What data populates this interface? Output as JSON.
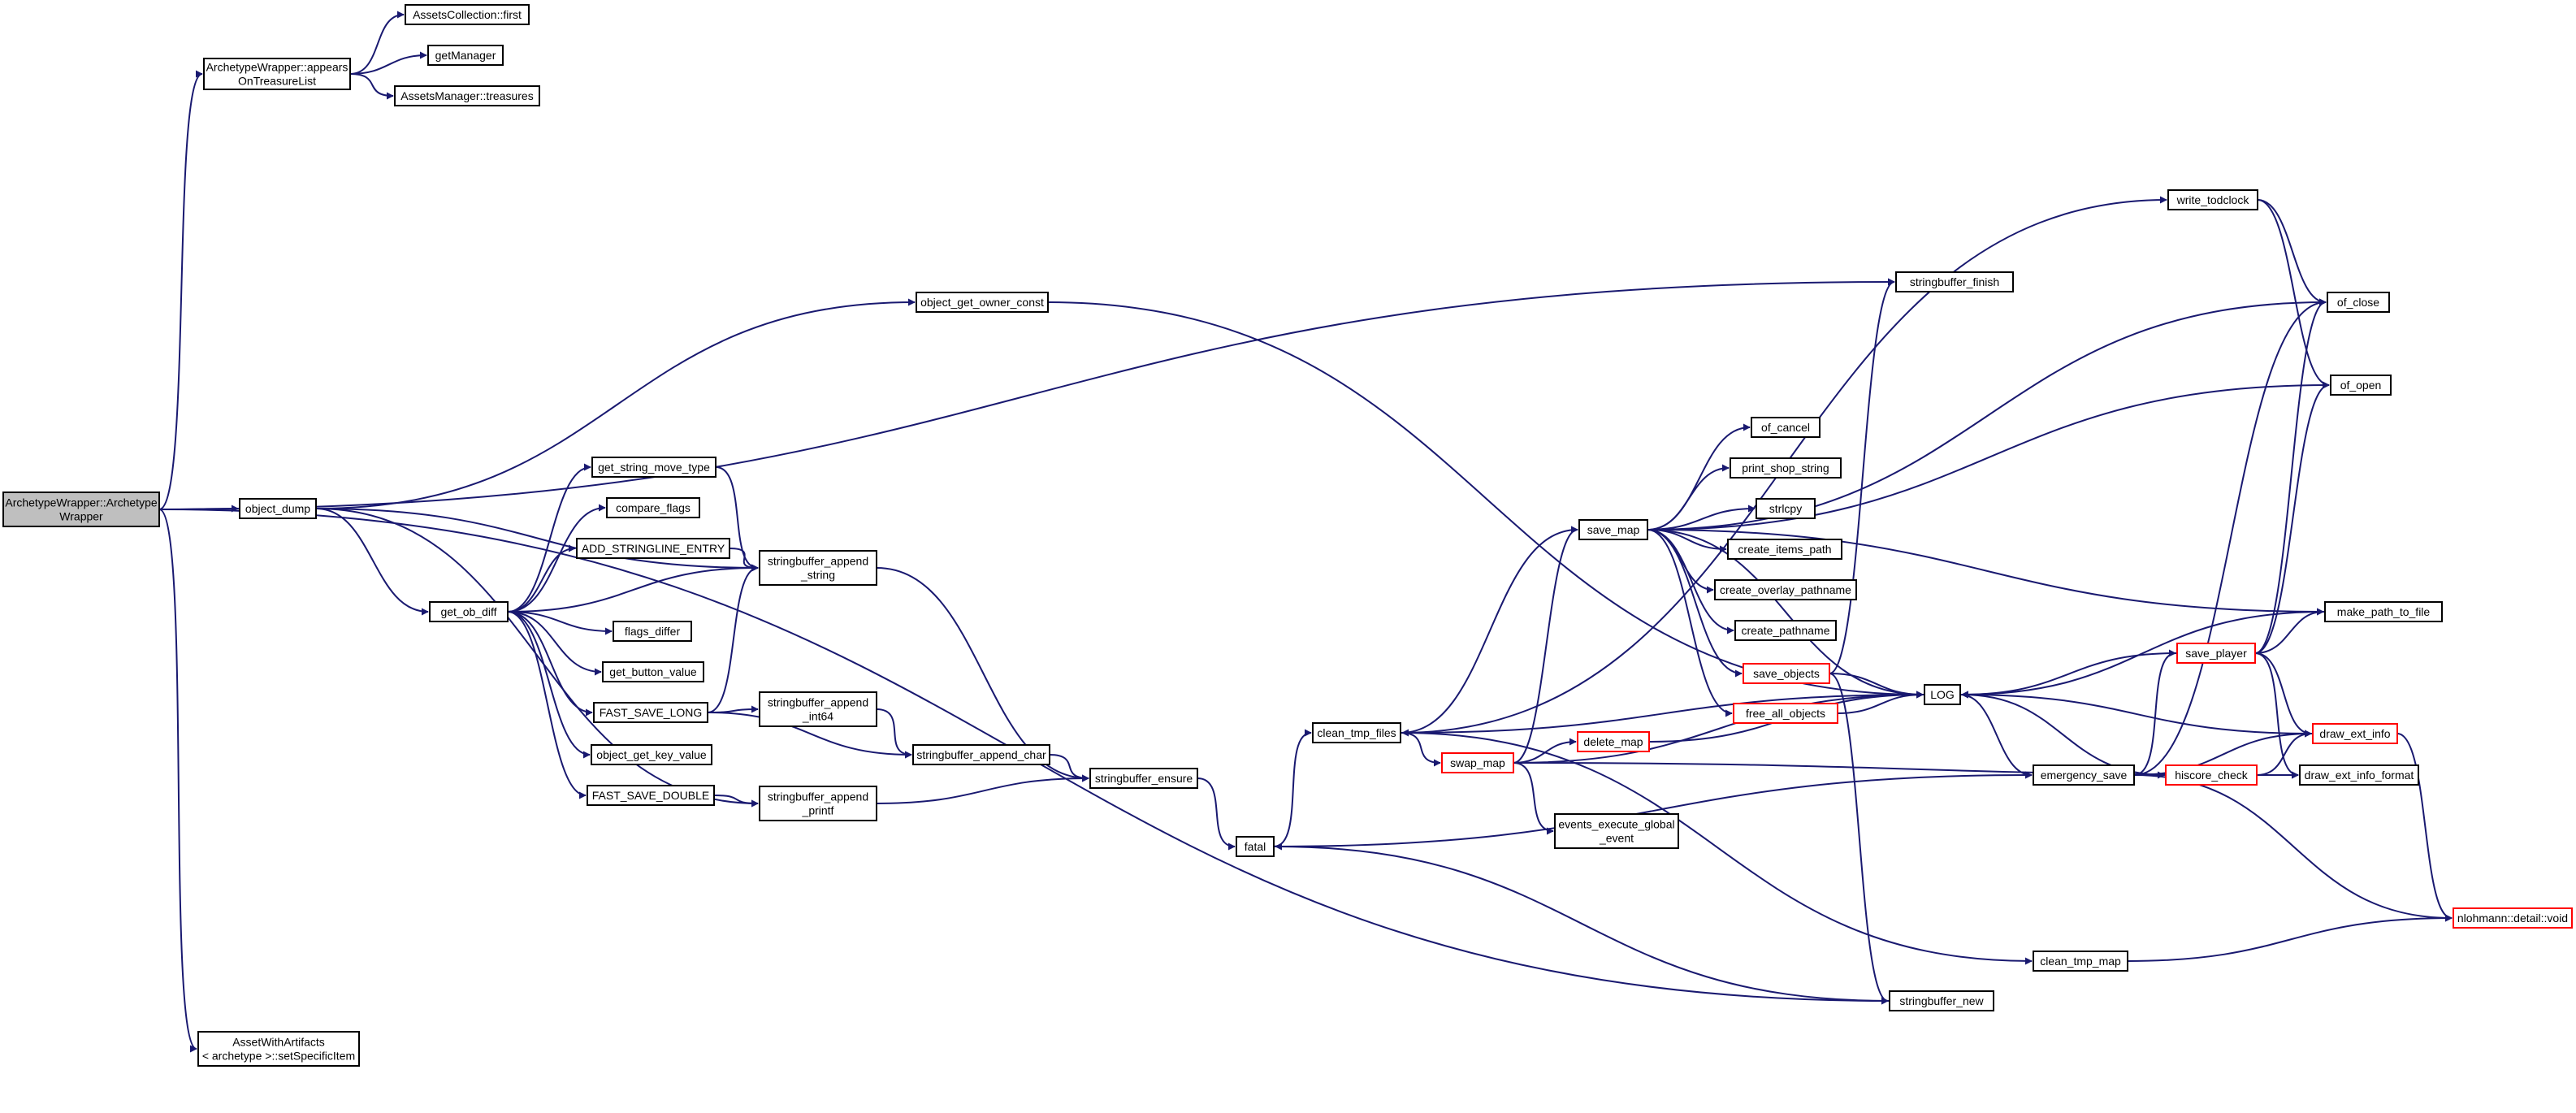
{
  "colors": {
    "edge": "#191970",
    "node_border": "#000000",
    "truncated_border": "#ff0000",
    "root_fill": "#bfbfbf",
    "node_fill": "#ffffff"
  },
  "nodes": [
    {
      "id": "root",
      "lines": [
        "ArchetypeWrapper::Archetype",
        "Wrapper"
      ],
      "style": "root"
    },
    {
      "id": "appearsOnTreasureList",
      "lines": [
        "ArchetypeWrapper::appears",
        "OnTreasureList"
      ],
      "style": "normal"
    },
    {
      "id": "assetsCollectionFirst",
      "lines": [
        "AssetsCollection::first"
      ],
      "style": "normal"
    },
    {
      "id": "getManager",
      "lines": [
        "getManager"
      ],
      "style": "normal"
    },
    {
      "id": "assetsManagerTreasures",
      "lines": [
        "AssetsManager::treasures"
      ],
      "style": "normal"
    },
    {
      "id": "objectGetOwnerConst",
      "lines": [
        "object_get_owner_const"
      ],
      "style": "normal"
    },
    {
      "id": "objectDump",
      "lines": [
        "object_dump"
      ],
      "style": "normal"
    },
    {
      "id": "getObDiff",
      "lines": [
        "get_ob_diff"
      ],
      "style": "normal"
    },
    {
      "id": "getStringMoveType",
      "lines": [
        "get_string_move_type"
      ],
      "style": "normal"
    },
    {
      "id": "compareFlags",
      "lines": [
        "compare_flags"
      ],
      "style": "normal"
    },
    {
      "id": "addStringlineEntry",
      "lines": [
        "ADD_STRINGLINE_ENTRY"
      ],
      "style": "normal"
    },
    {
      "id": "flagsDiffer",
      "lines": [
        "flags_differ"
      ],
      "style": "normal"
    },
    {
      "id": "getButtonValue",
      "lines": [
        "get_button_value"
      ],
      "style": "normal"
    },
    {
      "id": "fastSaveLong",
      "lines": [
        "FAST_SAVE_LONG"
      ],
      "style": "normal"
    },
    {
      "id": "objectGetKeyValue",
      "lines": [
        "object_get_key_value"
      ],
      "style": "normal"
    },
    {
      "id": "fastSaveDouble",
      "lines": [
        "FAST_SAVE_DOUBLE"
      ],
      "style": "normal"
    },
    {
      "id": "sbAppendString",
      "lines": [
        "stringbuffer_append",
        "_string"
      ],
      "style": "normal"
    },
    {
      "id": "sbAppendInt64",
      "lines": [
        "stringbuffer_append",
        "_int64"
      ],
      "style": "normal"
    },
    {
      "id": "sbAppendChar",
      "lines": [
        "stringbuffer_append_char"
      ],
      "style": "normal"
    },
    {
      "id": "sbAppendPrintf",
      "lines": [
        "stringbuffer_append",
        "_printf"
      ],
      "style": "normal"
    },
    {
      "id": "sbEnsure",
      "lines": [
        "stringbuffer_ensure"
      ],
      "style": "normal"
    },
    {
      "id": "fatal",
      "lines": [
        "fatal"
      ],
      "style": "normal"
    },
    {
      "id": "cleanTmpFiles",
      "lines": [
        "clean_tmp_files"
      ],
      "style": "normal"
    },
    {
      "id": "swapMap",
      "lines": [
        "swap_map"
      ],
      "style": "truncated"
    },
    {
      "id": "deleteMap",
      "lines": [
        "delete_map"
      ],
      "style": "truncated"
    },
    {
      "id": "eventsExecuteGlobalEvent",
      "lines": [
        "events_execute_global",
        "_event"
      ],
      "style": "normal"
    },
    {
      "id": "saveMap",
      "lines": [
        "save_map"
      ],
      "style": "normal"
    },
    {
      "id": "ofCancel",
      "lines": [
        "of_cancel"
      ],
      "style": "normal"
    },
    {
      "id": "printShopString",
      "lines": [
        "print_shop_string"
      ],
      "style": "normal"
    },
    {
      "id": "strlcpy",
      "lines": [
        "strlcpy"
      ],
      "style": "normal"
    },
    {
      "id": "createItemsPath",
      "lines": [
        "create_items_path"
      ],
      "style": "normal"
    },
    {
      "id": "createOverlayPathname",
      "lines": [
        "create_overlay_pathname"
      ],
      "style": "normal"
    },
    {
      "id": "createPathname",
      "lines": [
        "create_pathname"
      ],
      "style": "normal"
    },
    {
      "id": "saveObjects",
      "lines": [
        "save_objects"
      ],
      "style": "truncated"
    },
    {
      "id": "freeAllObjects",
      "lines": [
        "free_all_objects"
      ],
      "style": "truncated"
    },
    {
      "id": "log",
      "lines": [
        "LOG"
      ],
      "style": "normal"
    },
    {
      "id": "sbFinish",
      "lines": [
        "stringbuffer_finish"
      ],
      "style": "normal"
    },
    {
      "id": "writeTodclock",
      "lines": [
        "write_todclock"
      ],
      "style": "normal"
    },
    {
      "id": "ofClose",
      "lines": [
        "of_close"
      ],
      "style": "normal"
    },
    {
      "id": "ofOpen",
      "lines": [
        "of_open"
      ],
      "style": "normal"
    },
    {
      "id": "makePathToFile",
      "lines": [
        "make_path_to_file"
      ],
      "style": "normal"
    },
    {
      "id": "savePlayer",
      "lines": [
        "save_player"
      ],
      "style": "truncated"
    },
    {
      "id": "emergencySave",
      "lines": [
        "emergency_save"
      ],
      "style": "normal"
    },
    {
      "id": "hiscoreCheck",
      "lines": [
        "hiscore_check"
      ],
      "style": "truncated"
    },
    {
      "id": "drawExtInfo",
      "lines": [
        "draw_ext_info"
      ],
      "style": "truncated"
    },
    {
      "id": "drawExtInfoFormat",
      "lines": [
        "draw_ext_info_format"
      ],
      "style": "normal"
    },
    {
      "id": "nlohmannVoid",
      "lines": [
        "nlohmann::detail::void"
      ],
      "style": "truncated"
    },
    {
      "id": "cleanTmpMap",
      "lines": [
        "clean_tmp_map"
      ],
      "style": "normal"
    },
    {
      "id": "sbNew",
      "lines": [
        "stringbuffer_new"
      ],
      "style": "normal"
    },
    {
      "id": "assetWithArtifacts",
      "lines": [
        "AssetWithArtifacts",
        "< archetype >::setSpecificItem"
      ],
      "style": "normal"
    }
  ],
  "edges": [
    [
      "root",
      "appearsOnTreasureList"
    ],
    [
      "appearsOnTreasureList",
      "assetsCollectionFirst"
    ],
    [
      "appearsOnTreasureList",
      "getManager"
    ],
    [
      "appearsOnTreasureList",
      "assetsManagerTreasures"
    ],
    [
      "root",
      "sbFinish"
    ],
    [
      "root",
      "objectDump"
    ],
    [
      "root",
      "sbNew"
    ],
    [
      "root",
      "assetWithArtifacts"
    ],
    [
      "objectDump",
      "objectGetOwnerConst"
    ],
    [
      "objectDump",
      "sbAppendString"
    ],
    [
      "objectDump",
      "getObDiff"
    ],
    [
      "objectDump",
      "sbAppendPrintf"
    ],
    [
      "objectGetOwnerConst",
      "log"
    ],
    [
      "getObDiff",
      "getStringMoveType"
    ],
    [
      "getObDiff",
      "compareFlags"
    ],
    [
      "getObDiff",
      "addStringlineEntry"
    ],
    [
      "getObDiff",
      "sbAppendString"
    ],
    [
      "getObDiff",
      "flagsDiffer"
    ],
    [
      "getObDiff",
      "getButtonValue"
    ],
    [
      "getObDiff",
      "fastSaveLong"
    ],
    [
      "getObDiff",
      "objectGetKeyValue"
    ],
    [
      "getObDiff",
      "fastSaveDouble"
    ],
    [
      "getStringMoveType",
      "sbAppendString"
    ],
    [
      "addStringlineEntry",
      "sbAppendString"
    ],
    [
      "fastSaveLong",
      "sbAppendString"
    ],
    [
      "fastSaveLong",
      "sbAppendInt64"
    ],
    [
      "fastSaveLong",
      "sbAppendChar"
    ],
    [
      "fastSaveDouble",
      "sbAppendPrintf"
    ],
    [
      "sbAppendString",
      "sbEnsure"
    ],
    [
      "sbAppendInt64",
      "sbAppendChar"
    ],
    [
      "sbAppendChar",
      "sbEnsure"
    ],
    [
      "sbAppendPrintf",
      "sbEnsure"
    ],
    [
      "sbEnsure",
      "fatal"
    ],
    [
      "fatal",
      "cleanTmpFiles"
    ],
    [
      "fatal",
      "emergencySave"
    ],
    [
      "cleanTmpFiles",
      "writeTodclock"
    ],
    [
      "cleanTmpFiles",
      "saveMap"
    ],
    [
      "cleanTmpFiles",
      "swapMap"
    ],
    [
      "cleanTmpFiles",
      "cleanTmpMap"
    ],
    [
      "swapMap",
      "saveMap"
    ],
    [
      "swapMap",
      "deleteMap"
    ],
    [
      "swapMap",
      "eventsExecuteGlobalEvent"
    ],
    [
      "swapMap",
      "log"
    ],
    [
      "swapMap",
      "drawExtInfoFormat"
    ],
    [
      "deleteMap",
      "log"
    ],
    [
      "saveMap",
      "ofClose"
    ],
    [
      "saveMap",
      "ofOpen"
    ],
    [
      "saveMap",
      "ofCancel"
    ],
    [
      "saveMap",
      "printShopString"
    ],
    [
      "saveMap",
      "strlcpy"
    ],
    [
      "saveMap",
      "createItemsPath"
    ],
    [
      "saveMap",
      "createOverlayPathname"
    ],
    [
      "saveMap",
      "createPathname"
    ],
    [
      "saveMap",
      "saveObjects"
    ],
    [
      "saveMap",
      "freeAllObjects"
    ],
    [
      "saveMap",
      "log"
    ],
    [
      "saveMap",
      "makePathToFile"
    ],
    [
      "saveObjects",
      "sbFinish"
    ],
    [
      "saveObjects",
      "log"
    ],
    [
      "saveObjects",
      "sbNew"
    ],
    [
      "freeAllObjects",
      "log"
    ],
    [
      "log",
      "cleanTmpFiles"
    ],
    [
      "log",
      "emergencySave"
    ],
    [
      "writeTodclock",
      "ofClose"
    ],
    [
      "writeTodclock",
      "ofOpen"
    ],
    [
      "makePathToFile",
      "log"
    ],
    [
      "savePlayer",
      "log"
    ],
    [
      "savePlayer",
      "ofClose"
    ],
    [
      "savePlayer",
      "ofOpen"
    ],
    [
      "savePlayer",
      "makePathToFile"
    ],
    [
      "savePlayer",
      "drawExtInfo"
    ],
    [
      "savePlayer",
      "drawExtInfoFormat"
    ],
    [
      "emergencySave",
      "ofClose"
    ],
    [
      "emergencySave",
      "savePlayer"
    ],
    [
      "emergencySave",
      "hiscoreCheck"
    ],
    [
      "emergencySave",
      "drawExtInfo"
    ],
    [
      "emergencySave",
      "nlohmannVoid"
    ],
    [
      "hiscoreCheck",
      "log"
    ],
    [
      "hiscoreCheck",
      "drawExtInfo"
    ],
    [
      "hiscoreCheck",
      "drawExtInfoFormat"
    ],
    [
      "drawExtInfo",
      "log"
    ],
    [
      "drawExtInfo",
      "nlohmannVoid"
    ],
    [
      "cleanTmpMap",
      "nlohmannVoid"
    ],
    [
      "sbNew",
      "fatal"
    ]
  ]
}
